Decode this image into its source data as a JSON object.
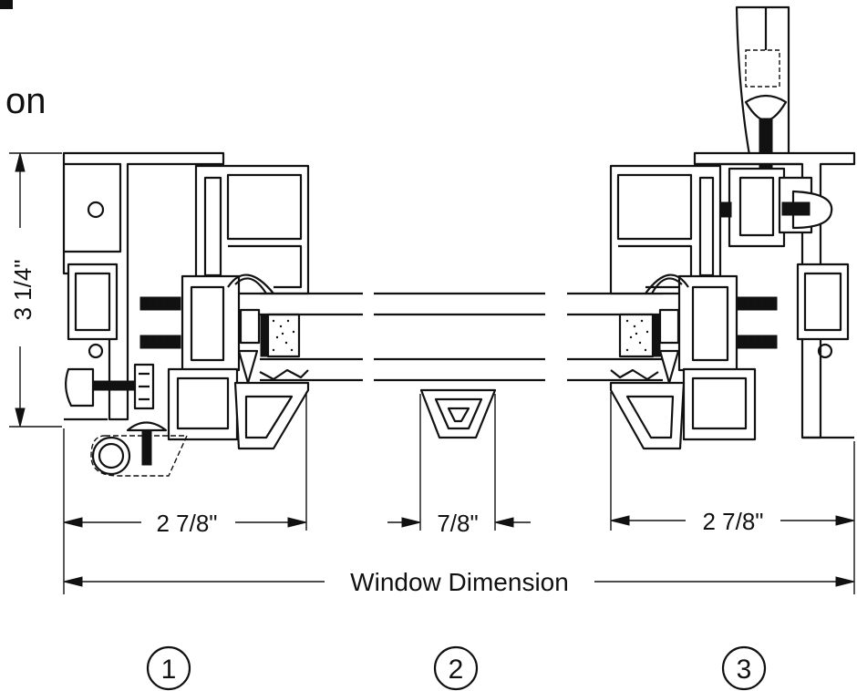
{
  "title_fragment": "on",
  "dimensions": {
    "height_label": "3 1/4\"",
    "left_width_label": "2 7/8\"",
    "middle_width_label": "7/8\"",
    "right_width_label": "2 7/8\"",
    "overall_label": "Window Dimension"
  },
  "callouts": [
    "1",
    "2",
    "3"
  ],
  "colors": {
    "line": "#111111",
    "background": "#ffffff"
  }
}
